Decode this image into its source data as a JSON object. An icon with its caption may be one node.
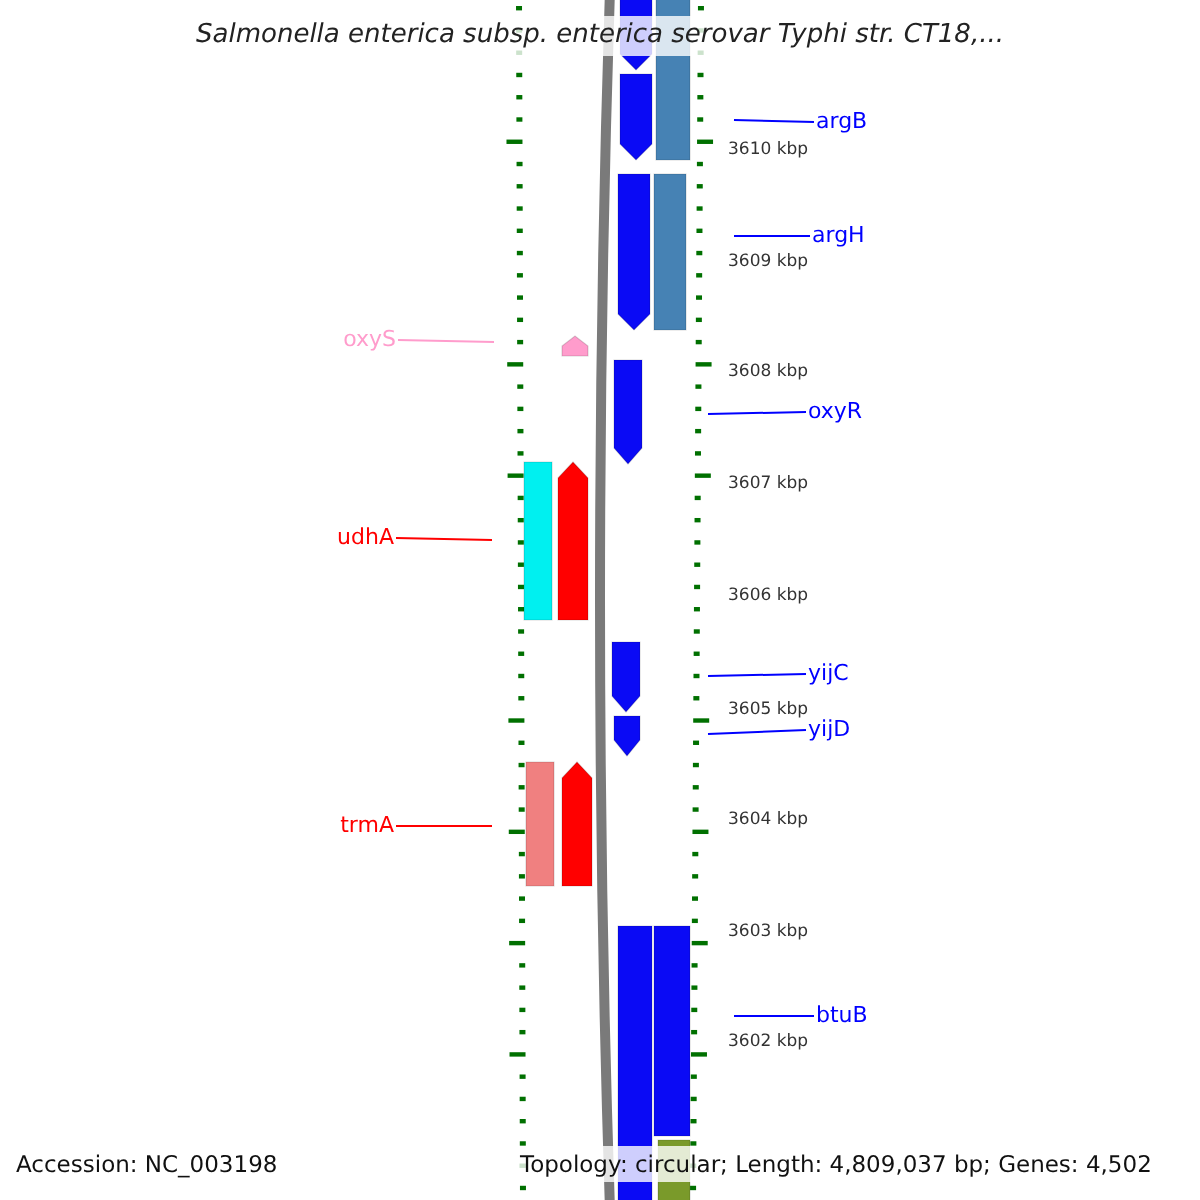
{
  "diagram": {
    "title": "Salmonella enterica subsp. enterica serovar Typhi str. CT18,...",
    "nodes": [
      {
        "text": [
          "argB"
        ]
      },
      {
        "text": [
          "argH"
        ]
      },
      {
        "text": [
          "oxyS"
        ]
      },
      {
        "text": [
          "oxyR"
        ]
      },
      {
        "text": [
          "udhA"
        ]
      },
      {
        "text": [
          "yijC"
        ]
      },
      {
        "text": [
          "yijD"
        ]
      },
      {
        "text": [
          "trmA"
        ]
      },
      {
        "text": [
          "btuB"
        ]
      }
    ],
    "edges": [
      {
        "from": 0,
        "to": null,
        "arrow": "none"
      },
      {
        "from": 1,
        "to": null,
        "arrow": "none"
      },
      {
        "from": 2,
        "to": null,
        "arrow": "none",
        "color": "#ff9ccc"
      },
      {
        "from": 3,
        "to": null,
        "arrow": "none"
      },
      {
        "from": 4,
        "to": null,
        "arrow": "none",
        "color": "#ff0000"
      },
      {
        "from": 5,
        "to": null,
        "arrow": "none"
      },
      {
        "from": 6,
        "to": null,
        "arrow": "none"
      },
      {
        "from": 7,
        "to": null,
        "arrow": "none",
        "color": "#ff0000"
      },
      {
        "from": 8,
        "to": null,
        "arrow": "none"
      }
    ],
    "labels": [
      "3610 kbp",
      "3609 kbp",
      "3608 kbp",
      "3607 kbp",
      "3606 kbp",
      "3605 kbp",
      "3604 kbp",
      "3603 kbp",
      "3602 kbp",
      "Accession: NC_003198",
      "Topology: circular; Length: 4,809,037 bp; Genes: 4,502"
    ]
  }
}
